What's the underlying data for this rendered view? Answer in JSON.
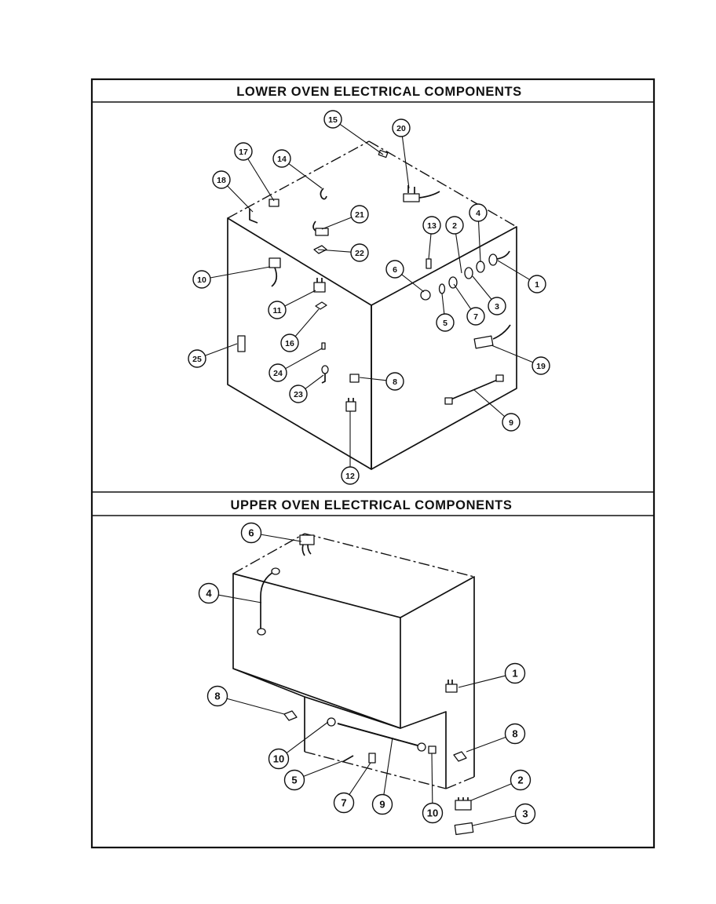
{
  "sections": {
    "lower": {
      "title": "LOWER OVEN ELECTRICAL COMPONENTS",
      "callouts": [
        "15",
        "20",
        "17",
        "14",
        "18",
        "21",
        "13",
        "2",
        "4",
        "22",
        "6",
        "1",
        "10",
        "3",
        "11",
        "7",
        "5",
        "16",
        "25",
        "19",
        "24",
        "23",
        "8",
        "9",
        "12"
      ]
    },
    "upper": {
      "title": "UPPER OVEN ELECTRICAL COMPONENTS",
      "callouts": [
        "6",
        "4",
        "1",
        "8",
        "8",
        "10",
        "5",
        "7",
        "9",
        "10",
        "2",
        "3"
      ]
    }
  }
}
